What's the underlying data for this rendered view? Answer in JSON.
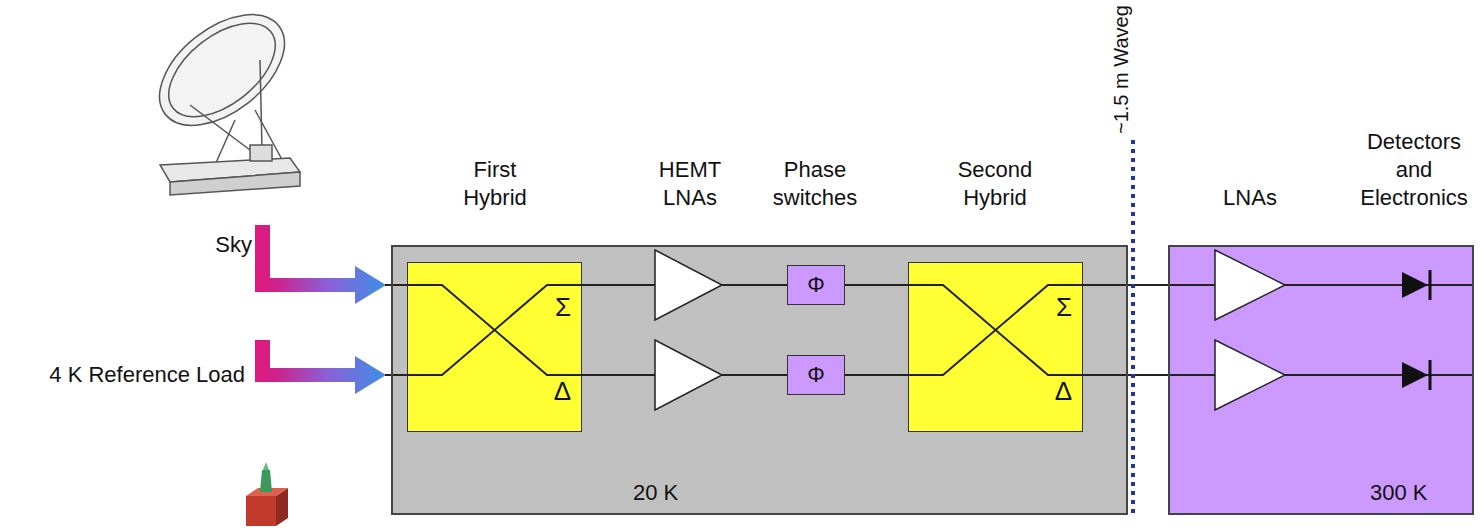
{
  "diagram": {
    "nodes": [
      {
        "text": [
          "20 K"
        ]
      },
      {
        "text": [
          "Σ",
          "Δ"
        ],
        "in": 0
      },
      {
        "text": [
          "Φ"
        ],
        "in": 0
      },
      {
        "text": [
          "Φ"
        ],
        "in": 0
      },
      {
        "text": [
          "Σ",
          "Δ"
        ],
        "in": 0
      },
      {
        "text": [
          "300 K"
        ]
      }
    ],
    "edges": [
      {
        "from": 1,
        "to": 2,
        "arrow": "none"
      },
      {
        "from": 1,
        "to": 3,
        "arrow": "none"
      },
      {
        "from": 2,
        "to": 4,
        "arrow": "none"
      },
      {
        "from": 3,
        "to": 4,
        "arrow": "none"
      }
    ],
    "labels": [
      "Sky",
      "4 K Reference Load",
      "First Hybrid",
      "HEMT LNAs",
      "Phase switches",
      "Second Hybrid",
      "~1.5 m Waveg",
      "LNAs",
      "Detectors and Electronics"
    ]
  }
}
